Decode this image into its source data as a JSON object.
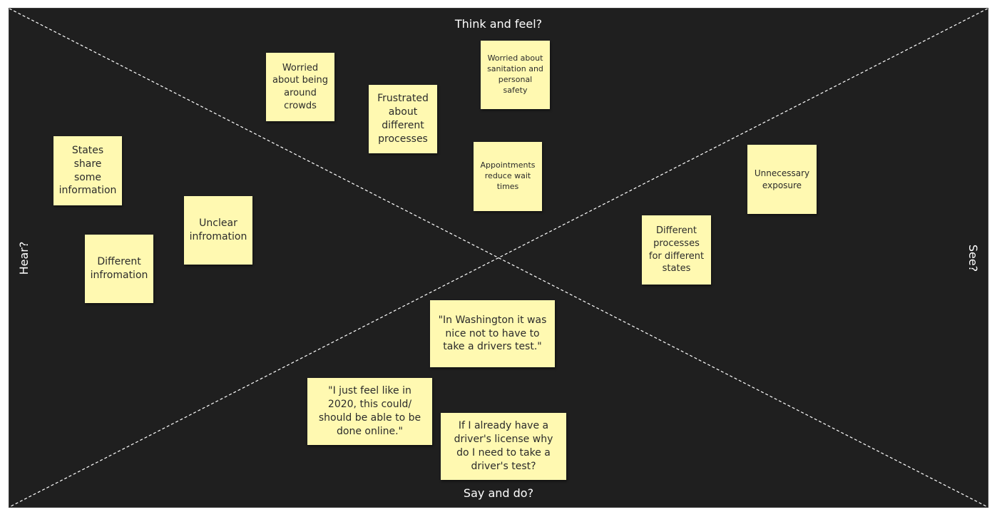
{
  "board": {
    "background": "#1f1f1f",
    "line_color": "#ffffff",
    "sticky_color": "#fff9b1"
  },
  "quadrants": {
    "think_feel": "Think and feel?",
    "say_do": "Say and do?",
    "hear": "Hear?",
    "see": "See?"
  },
  "notes": {
    "worried_crowds": "Worried about being around crowds",
    "worried_sanitation": "Worried about sanitation and personal safety",
    "frustrated_processes": "Frustrated about different processes",
    "appointments": "Appointments reduce wait times",
    "states_share": "States share some information",
    "unclear_info": "Unclear infromation",
    "different_info": "Different infromation",
    "unnecessary_exposure": "Unnecessary exposure",
    "different_processes_states": "Different processes for different states",
    "washington_quote": "\"In Washington it was nice not to have to take a drivers test.\"",
    "online_quote": "\"I just feel like in 2020, this could/ should be able to be done online.\"",
    "license_question": "If I already have a driver's license why do I need to take a driver's test?"
  }
}
